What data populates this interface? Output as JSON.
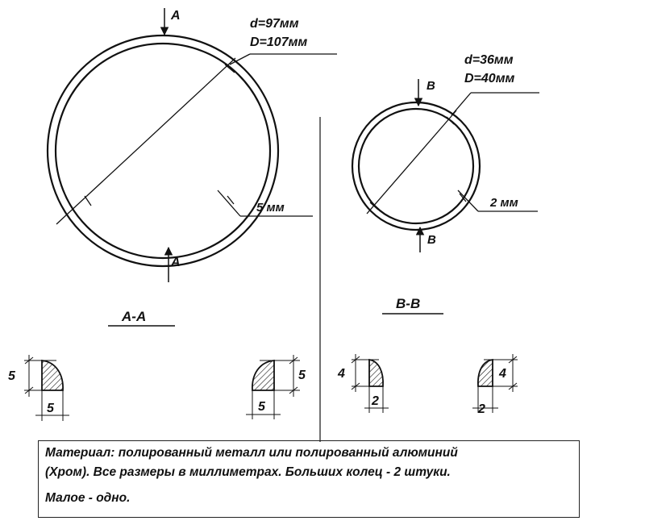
{
  "large_ring": {
    "inner_diameter": "d=97мм",
    "outer_diameter": "D=107мм",
    "width": "5 мм",
    "section_marks": [
      "A",
      "A"
    ]
  },
  "small_ring": {
    "inner_diameter": "d=36мм",
    "outer_diameter": "D=40мм",
    "width": "2 мм",
    "section_marks": [
      "B",
      "B"
    ]
  },
  "section_a": {
    "title": "A-A",
    "left_profile": {
      "height": "5",
      "width": "5"
    },
    "right_profile": {
      "height": "5",
      "width": "5"
    }
  },
  "section_b": {
    "title": "B-B",
    "left_profile": {
      "height": "4",
      "width": "2"
    },
    "right_profile": {
      "height": "4",
      "width": "2"
    }
  },
  "note": {
    "line1": "Материал: полированный металл или полированный алюминий",
    "line2": "(Хром). Все размеры в миллиметрах. Больших колец - 2 штуки.",
    "line3": "Малое - одно."
  }
}
